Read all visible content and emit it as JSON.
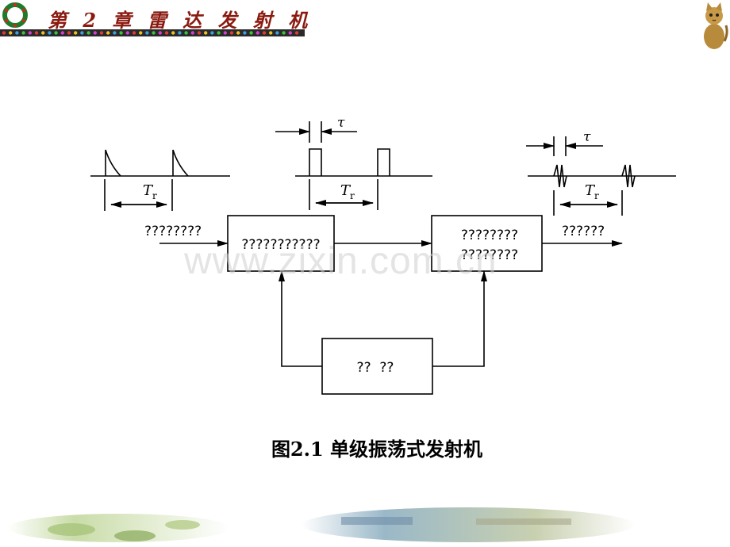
{
  "header": {
    "chapter_title": "第 2 章  雷 达 发 射 机"
  },
  "diagram": {
    "input_label": "????????",
    "output_label": "??????",
    "block_modulator": "???????????",
    "block_oscillator_line1": "????????",
    "block_oscillator_line2": "????????",
    "block_power": "??  ??",
    "tau_label": "τ",
    "period_label_T": "T",
    "period_label_sub": "r"
  },
  "caption": "图2.1  单级振荡式发射机",
  "watermark": "www.zixin.com.cn",
  "colors": {
    "line": "#000000",
    "title": "#8a1a10"
  }
}
